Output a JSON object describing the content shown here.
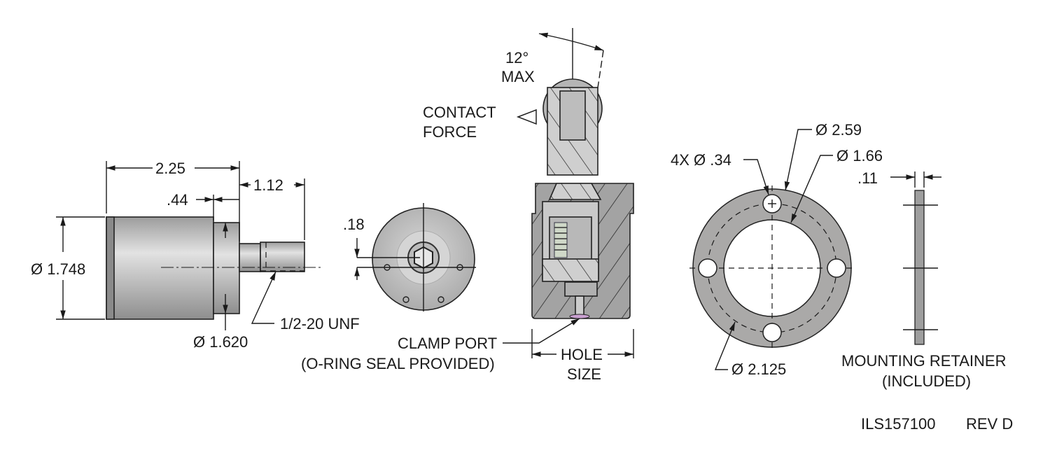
{
  "side_view": {
    "dim_length": "2.25",
    "dim_flange": ".44",
    "dim_shaft": "1.12",
    "dim_body_dia": "Ø 1.748",
    "dim_flange_dia": "Ø 1.620",
    "thread_callout": "1/2-20 UNF"
  },
  "front_view": {
    "dim_offset": ".18"
  },
  "section_view": {
    "angle": "12°",
    "angle_note": "MAX",
    "contact_line1": "CONTACT",
    "contact_line2": "FORCE",
    "clamp_port": "CLAMP PORT",
    "clamp_note": "(O-RING SEAL PROVIDED)",
    "hole_line1": "HOLE",
    "hole_line2": "SIZE"
  },
  "retainer_view": {
    "holes": "4X Ø .34",
    "outer_dia": "Ø 2.59",
    "inner_dia": "Ø 1.66",
    "bolt_circle": "Ø 2.125",
    "thickness": ".11",
    "label_line1": "MOUNTING RETAINER",
    "label_line2": "(INCLUDED)"
  },
  "title_block": {
    "part_number": "ILS157100",
    "revision": "REV D"
  },
  "colors": {
    "metal": "#b8b8b8",
    "ring": "#aaa9a8",
    "section": "#9a9a9a"
  }
}
